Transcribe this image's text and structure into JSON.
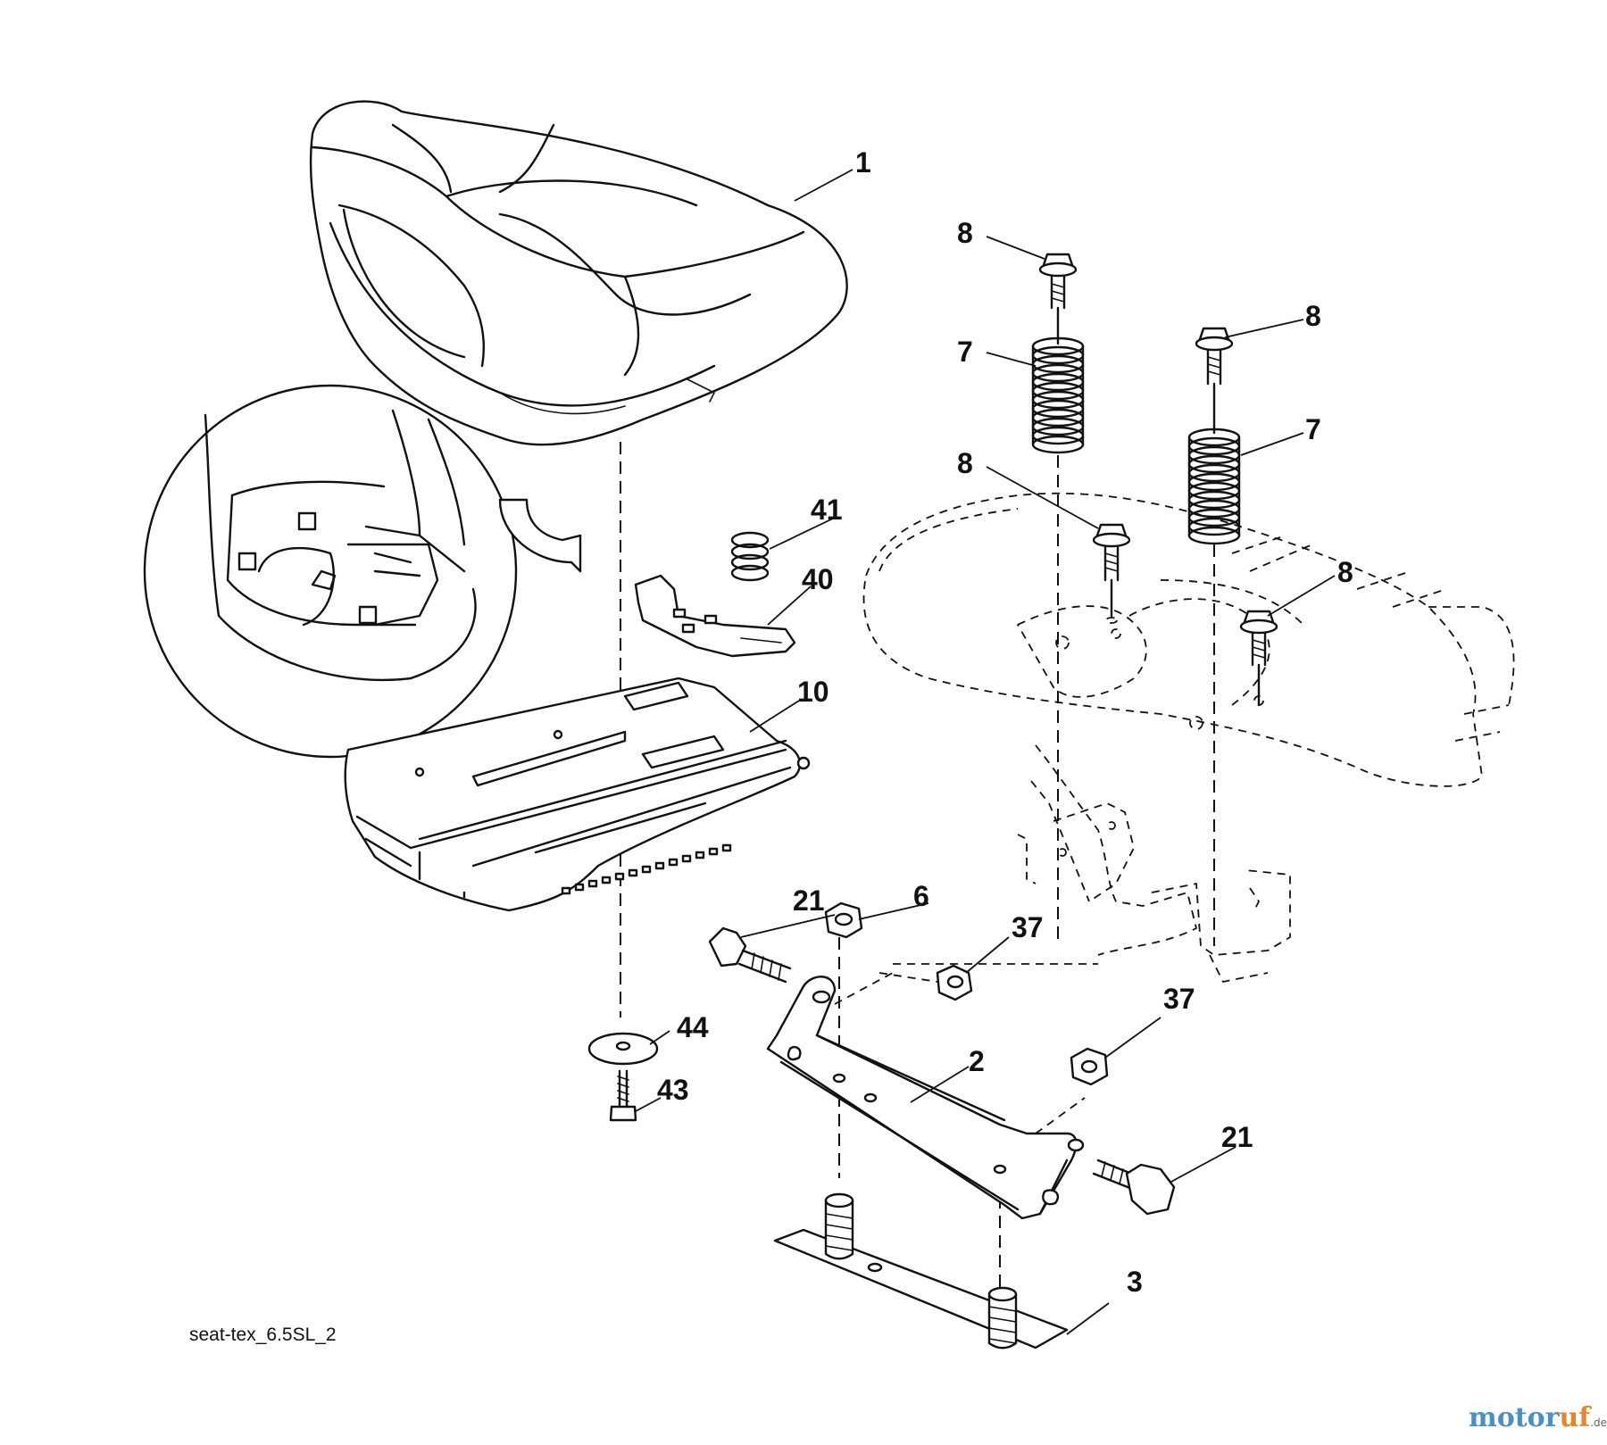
{
  "diagram": {
    "drawing_code": "seat-tex_6.5SL_2",
    "watermark": {
      "part1": "motor",
      "part2": "uf",
      "suffix": ".de"
    },
    "callouts": {
      "seat": "1",
      "bracket": "2",
      "plate": "3",
      "nut_top": "6",
      "spring_left": "7",
      "spring_right": "7",
      "bolt_top_left": "8",
      "bolt_top_right": "8",
      "bolt_mid_left": "8",
      "bolt_mid_right": "8",
      "seat_pan": "10",
      "bolt_left": "21",
      "bolt_right": "21",
      "nut_upper": "37",
      "nut_lower": "37",
      "clip": "40",
      "small_spring": "41",
      "screw": "43",
      "washer": "44"
    }
  }
}
